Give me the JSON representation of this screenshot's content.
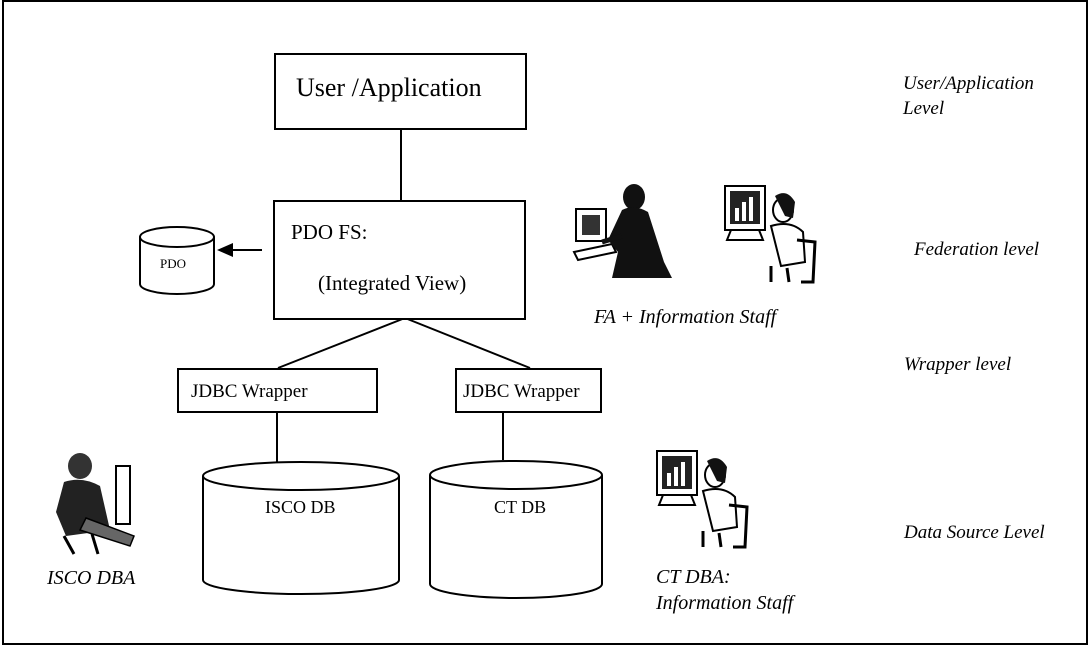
{
  "boxes": {
    "user_application": "User /Application",
    "pdo_fs_title": "PDO FS:",
    "pdo_fs_subtitle": "(Integrated View)",
    "jdbc_wrapper_left": "JDBC Wrapper",
    "jdbc_wrapper_right": "JDBC Wrapper"
  },
  "databases": {
    "pdo": "PDO",
    "isco_db": "ISCO DB",
    "ct_db": "CT DB"
  },
  "levels": {
    "user_application_line1": "User/Application",
    "user_application_line2": "Level",
    "federation": "Federation level",
    "wrapper": "Wrapper level",
    "data_source": "Data Source Level"
  },
  "actors": {
    "fa_staff": "FA + Information Staff",
    "isco_dba": "ISCO DBA",
    "ct_dba_line1": "CT DBA:",
    "ct_dba_line2": "Information Staff"
  },
  "icons": [
    "person-at-computer-icon",
    "woman-at-computer-icon",
    "man-at-computer-icon",
    "database-cylinder-icon"
  ]
}
